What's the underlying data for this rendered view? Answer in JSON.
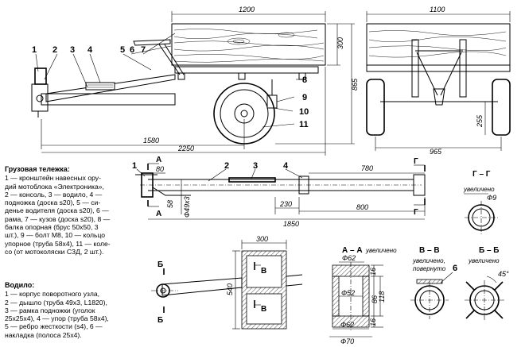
{
  "legend1": {
    "title": "Грузовая тележка:",
    "lines": [
      "1 — кронштейн навесных ору-",
      "дий мотоблока «Электроника»,",
      "2 — консоль, 3 — водило, 4 —",
      "подножка (доска s20), 5 — си-",
      "денье водителя (доска s20), 6 —",
      "рама, 7 — кузов (доска s20), 8 —",
      "балка опорная (брус 50x50, 3",
      "шт.), 9 — болт М8, 10 — кольцо",
      "упорное (труба 58x4), 11 — коле-",
      "со (от мотоколяски СЗД, 2 шт.)."
    ]
  },
  "legend2": {
    "title": "Водило:",
    "lines": [
      "1 — корпус поворотного узла,",
      "2 — дышло (труба 49x3, L1820),",
      "3 — рамка подножки (уголок",
      "25x25x4), 4 — упор (труба 58x4),",
      "5 — ребро жесткости (s4), 6 —",
      "накладка (полоса 25x4)."
    ]
  },
  "side_view": {
    "callouts": [
      "1",
      "2",
      "3",
      "4",
      "5",
      "6",
      "7",
      "8",
      "9",
      "10",
      "11"
    ],
    "dims": {
      "top": "1200",
      "height_small": "300",
      "height_total": "865",
      "inner": "1580",
      "overall": "2250"
    }
  },
  "front_view": {
    "dims": {
      "top": "1100",
      "bottom": "965",
      "height": "255"
    }
  },
  "drawbar": {
    "callouts": [
      "1",
      "2",
      "3",
      "4"
    ],
    "section_marks": {
      "aa": "А",
      "gg": "Г"
    },
    "dims": {
      "d80": "80",
      "d58": "58",
      "d49": "Ф49х3",
      "d780": "780",
      "d230": "230",
      "d800": "800",
      "d1850": "1850"
    }
  },
  "sect_gg": {
    "title": "Г – Г",
    "note": "увеличено",
    "dim": "Ф9"
  },
  "plan_view": {
    "dims": {
      "width": "300",
      "length": "540"
    },
    "section_marks": {
      "bb": "Б",
      "vv": "В"
    }
  },
  "sect_aa": {
    "title": "А – А",
    "note": "увеличено",
    "dims": {
      "top": "Ф62",
      "mid": "Ф52",
      "bottom": "Ф62",
      "bottom2": "Ф70",
      "h16a": "16",
      "h118": "118",
      "h16b": "16",
      "h86": "86"
    }
  },
  "sect_vv": {
    "title": "В – В",
    "note1": "увеличено,",
    "note2": "повернуто",
    "callout": "6"
  },
  "sect_bb": {
    "title": "Б – Б",
    "note": "увеличено",
    "angle": "45°"
  }
}
